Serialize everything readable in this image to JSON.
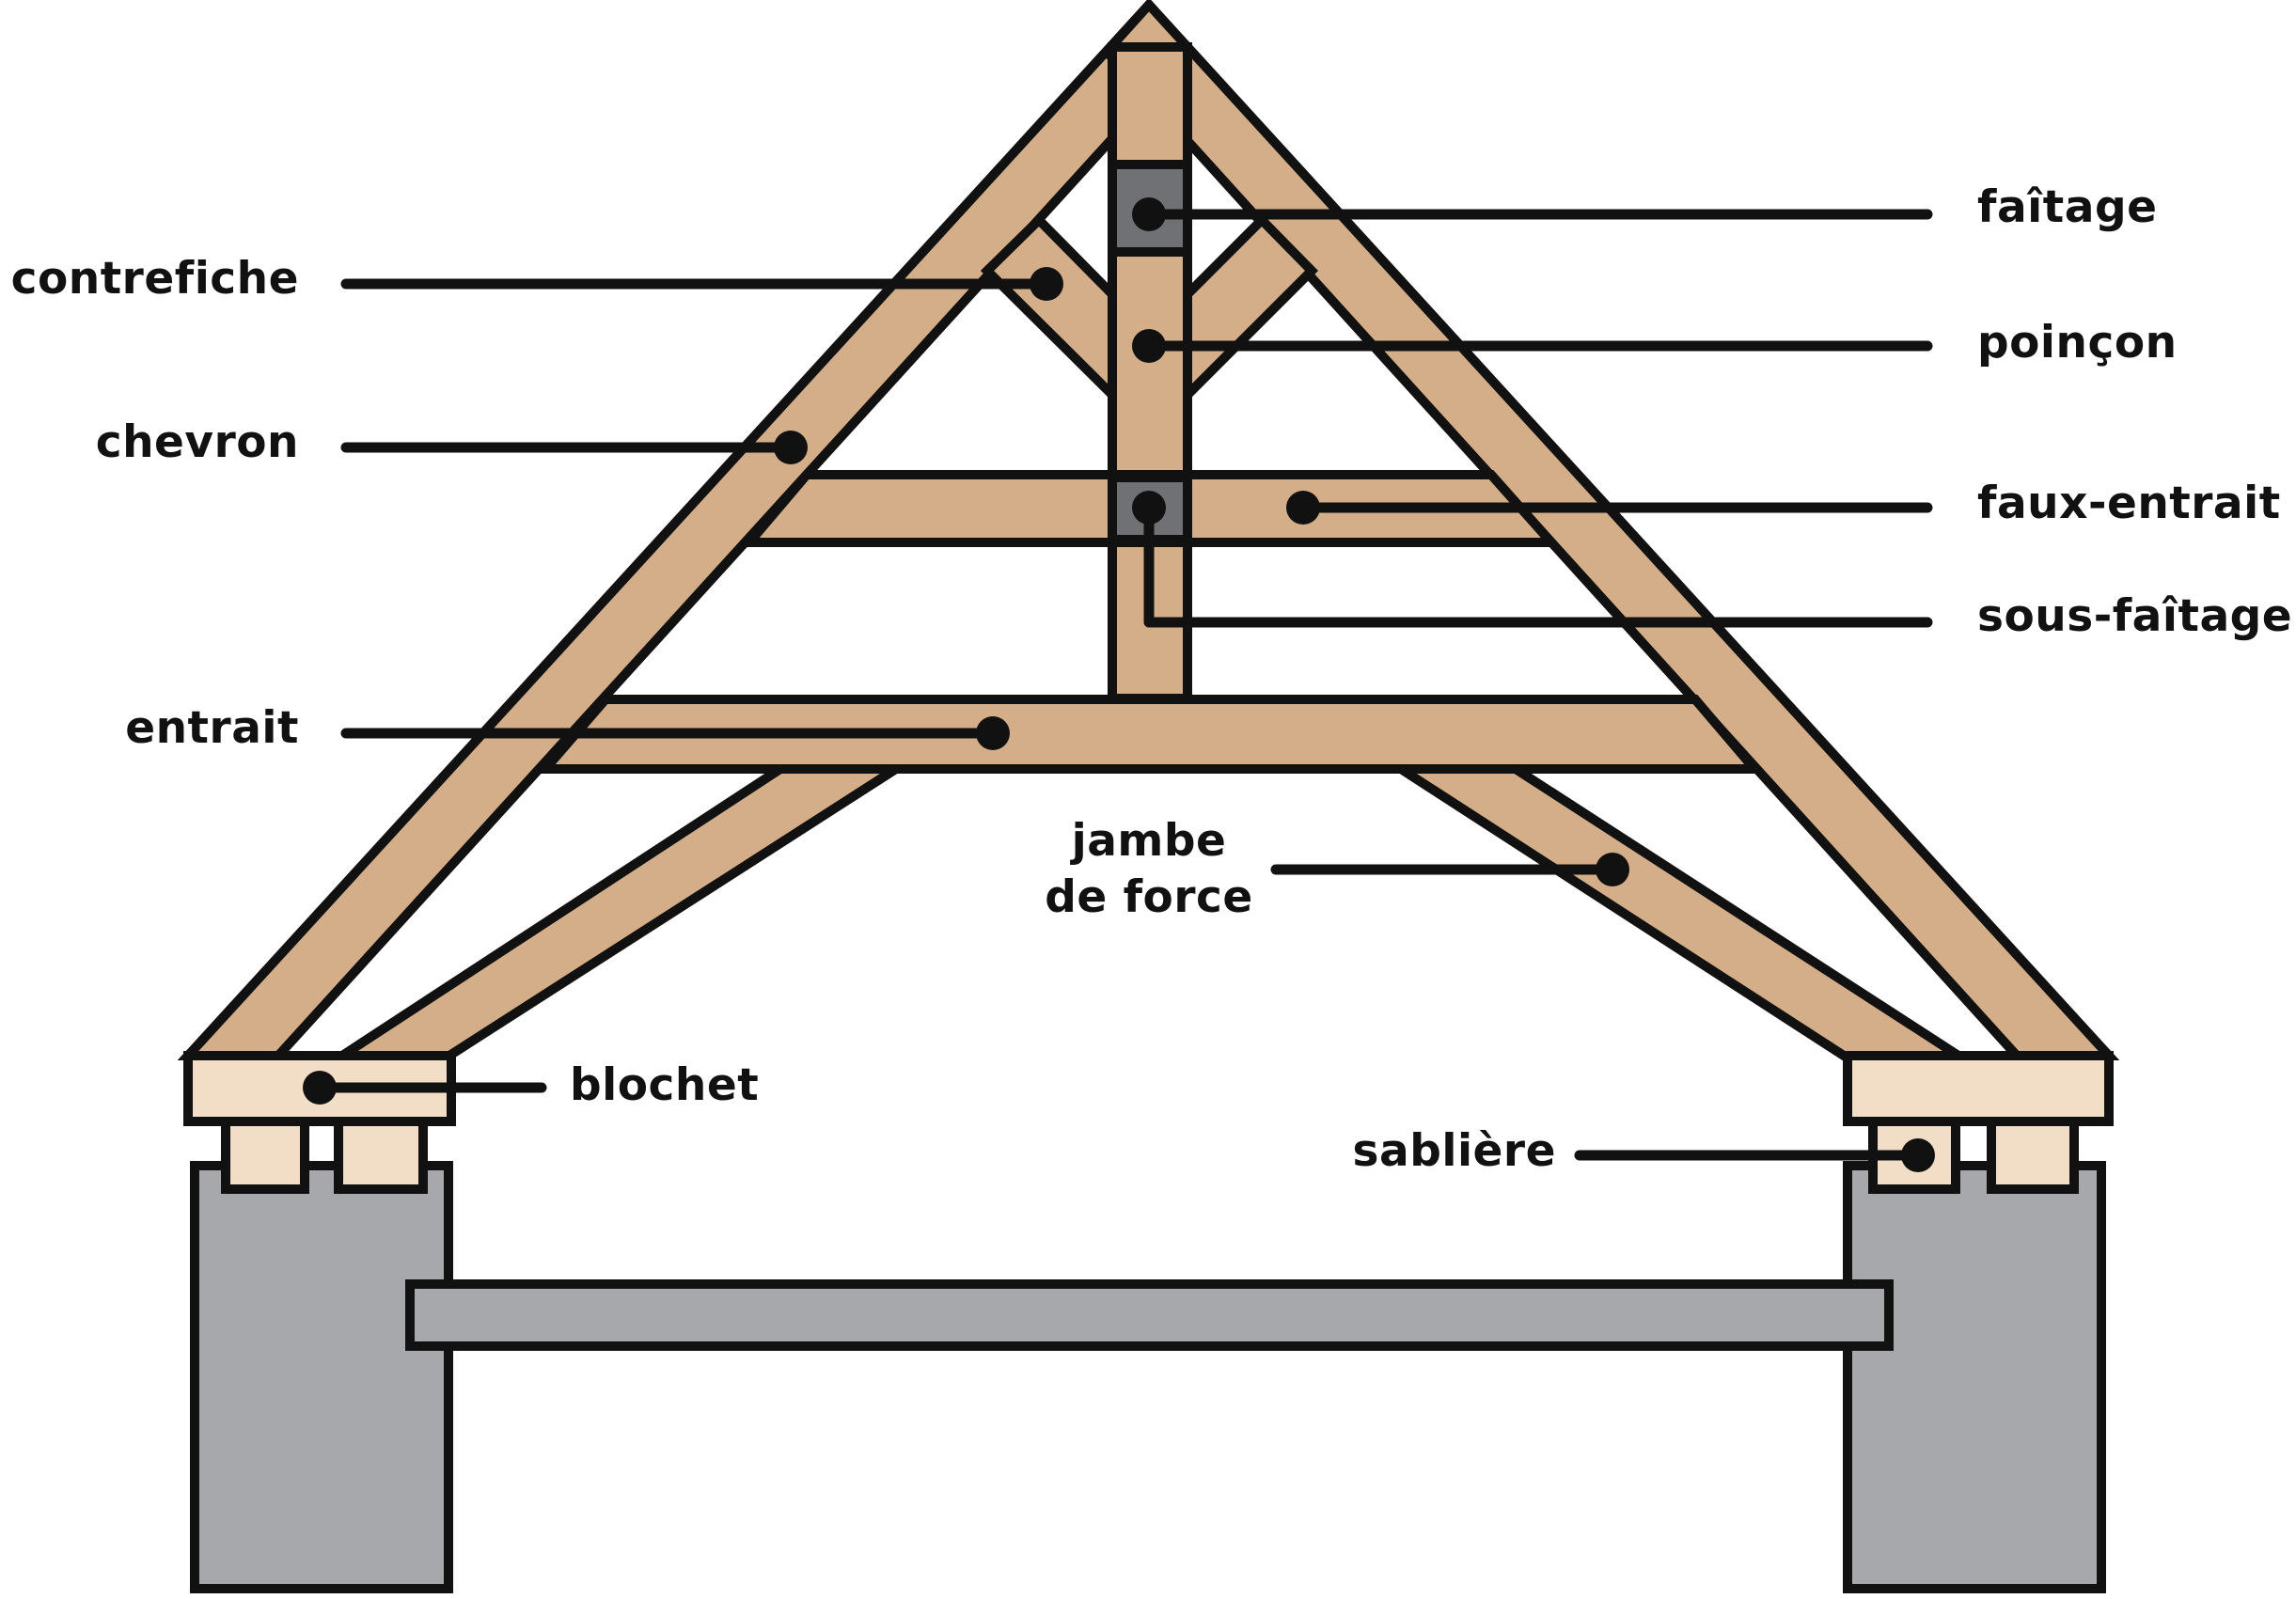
{
  "colors": {
    "wood": "#d4ae89",
    "wood_light": "#f2dec6",
    "stone": "#a7a8ab",
    "steel": "#707174",
    "outline": "#111111"
  },
  "labels": {
    "faitage": "faîtage",
    "poincon": "poinçon",
    "faux_entrait": "faux-entrait",
    "sous_faitage": "sous-faîtage",
    "contrefiche": "contrefiche",
    "chevron": "chevron",
    "entrait": "entrait",
    "jambe_de_force_line1": "jambe",
    "jambe_de_force_line2": "de force",
    "blochet": "blochet",
    "sabliere": "sablière"
  }
}
